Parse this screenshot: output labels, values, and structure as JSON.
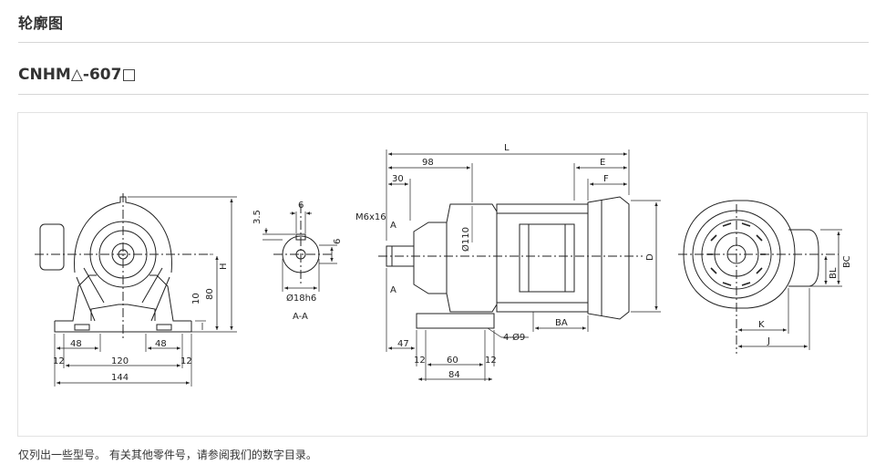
{
  "page": {
    "section_title": "轮廓图",
    "model_title": "CNHM△-607□",
    "footnote": "仅列出一些型号。 有关其他零件号，请参阅我们的数字目录。"
  },
  "drawing": {
    "front_view": {
      "dims": [
        "H",
        "80",
        "10",
        "48",
        "48",
        "120",
        "12",
        "12",
        "144"
      ]
    },
    "section_view": {
      "dims": [
        "6",
        "3.5",
        "6",
        "Ø18h6"
      ],
      "caption": "A-A"
    },
    "side_view": {
      "dims": [
        "L",
        "98",
        "30",
        "E",
        "F",
        "M6x16",
        "A",
        "A",
        "Ø110",
        "D",
        "BA",
        "47",
        "4-Ø9",
        "12",
        "60",
        "12",
        "84"
      ]
    },
    "end_view": {
      "dims": [
        "BC",
        "BL",
        "K",
        "J"
      ]
    }
  }
}
